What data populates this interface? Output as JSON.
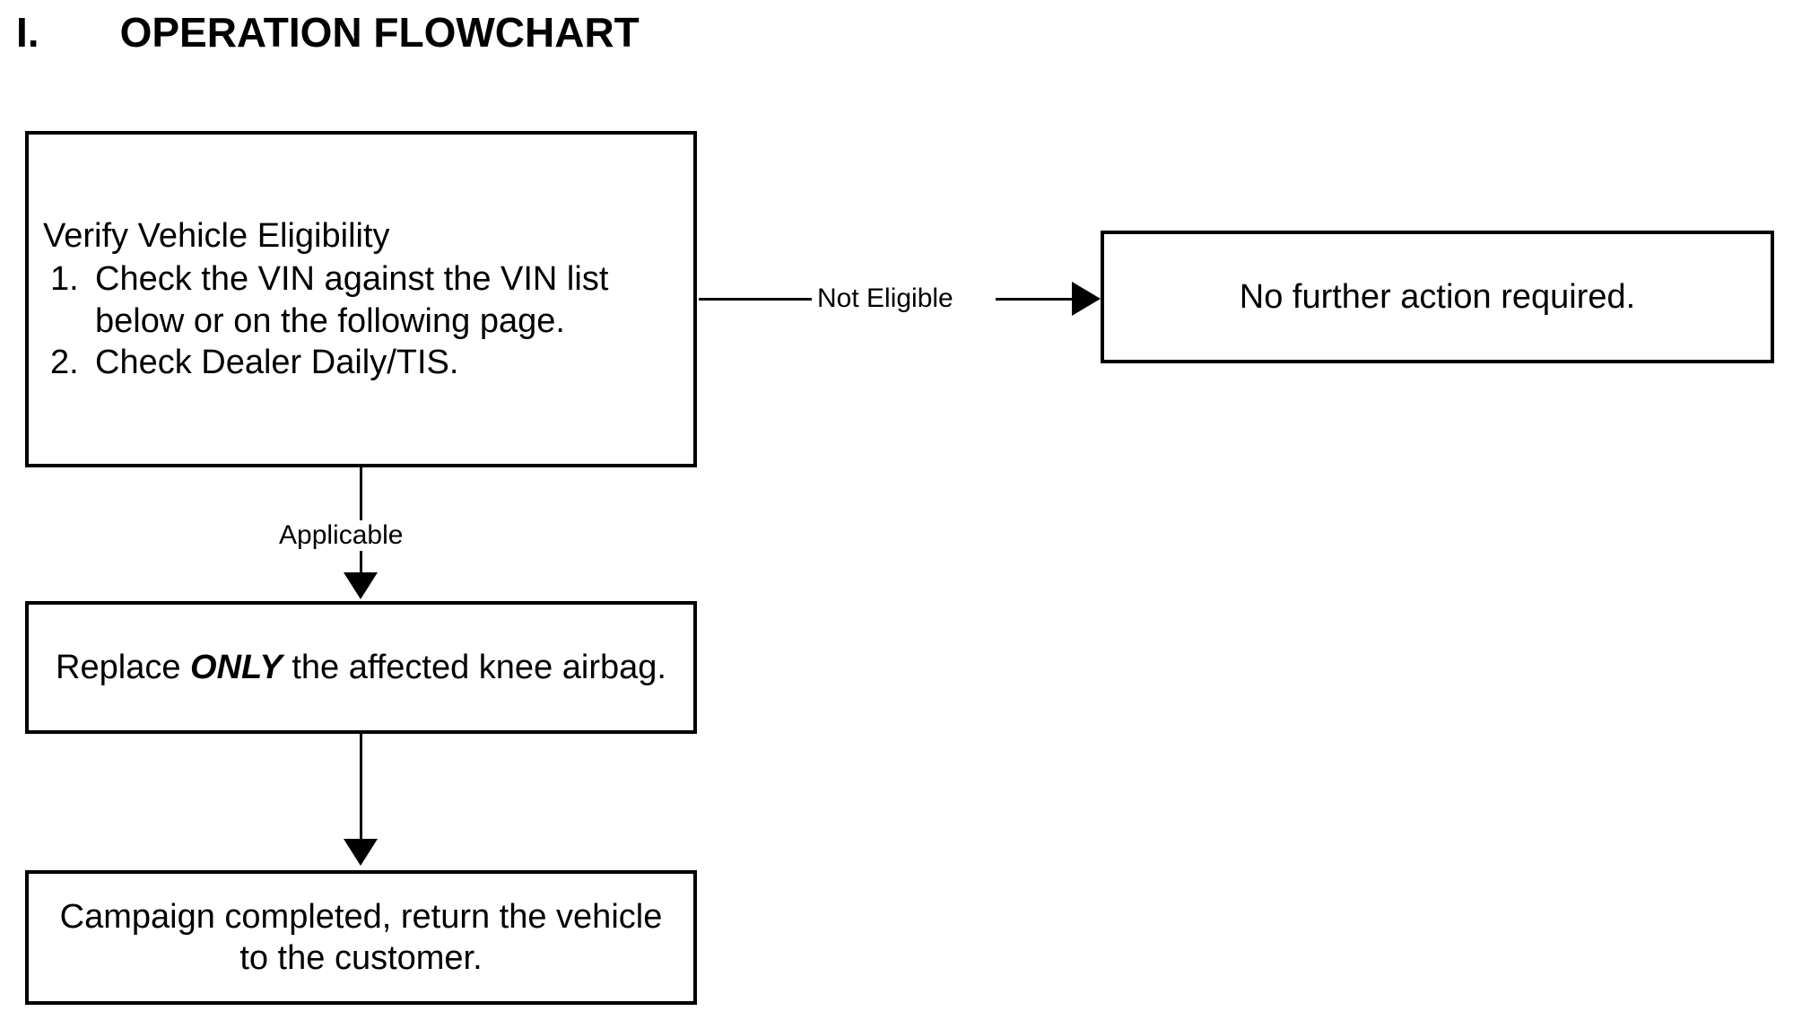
{
  "document": {
    "heading": {
      "numeral": "I.",
      "title": "OPERATION FLOWCHART"
    }
  },
  "flowchart": {
    "type": "flowchart",
    "orientation": "top-down with right branch",
    "nodes": [
      {
        "id": "verify",
        "title": "Verify Vehicle Eligibility",
        "steps": [
          {
            "marker": "1.",
            "text": "Check the VIN against the VIN list below or on the following page."
          },
          {
            "marker": "2.",
            "text": "Check Dealer Daily/TIS."
          }
        ]
      },
      {
        "id": "no-action",
        "text": "No further action required."
      },
      {
        "id": "replace",
        "text_before": "Replace ",
        "emphasis": "ONLY",
        "text_after": " the affected knee airbag."
      },
      {
        "id": "complete",
        "text": "Campaign completed, return the vehicle to the customer."
      }
    ],
    "edges": [
      {
        "id": "not-eligible",
        "from": "verify",
        "to": "no-action",
        "label": "Not Eligible",
        "direction": "right"
      },
      {
        "id": "applicable",
        "from": "verify",
        "to": "replace",
        "label": "Applicable",
        "direction": "down"
      },
      {
        "id": "to-complete",
        "from": "replace",
        "to": "complete",
        "label": "",
        "direction": "down"
      }
    ],
    "colors": {
      "stroke": "#000000",
      "fill": "#ffffff",
      "text": "#000000"
    }
  }
}
